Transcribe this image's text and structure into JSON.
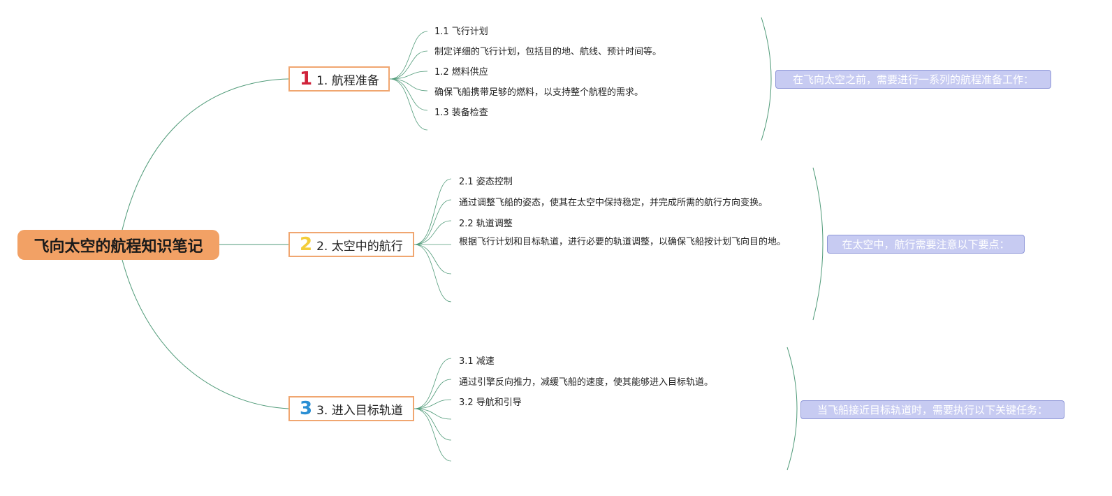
{
  "root": {
    "title": "飞向太空的航程知识笔记"
  },
  "branches": [
    {
      "badge": "1",
      "badge_color": "#d0223a",
      "label": "1. 航程准备",
      "leaves": [
        "1.1 飞行计划",
        "制定详细的飞行计划，包括目的地、航线、预计时间等。",
        "1.2 燃料供应",
        "确保飞船携带足够的燃料，以支持整个航程的需求。",
        "1.3 装备检查"
      ],
      "summary": "在飞向太空之前，需要进行一系列的航程准备工作："
    },
    {
      "badge": "2",
      "badge_color": "#f3cd3a",
      "label": "2. 太空中的航行",
      "leaves": [
        "2.1 姿态控制",
        "通过调整飞船的姿态，使其在太空中保持稳定，并完成所需的航行方向变换。",
        "2.2 轨道调整",
        "根据飞行计划和目标轨道，进行必要的轨道调整，以确保飞船按计划飞向目的地。"
      ],
      "summary": "在太空中，航行需要注意以下要点："
    },
    {
      "badge": "3",
      "badge_color": "#2a8fd4",
      "label": "3. 进入目标轨道",
      "leaves": [
        "3.1 减速",
        "通过引擎反向推力，减缓飞船的速度，使其能够进入目标轨道。",
        "3.2 导航和引导"
      ],
      "summary": "当飞船接近目标轨道时，需要执行以下关键任务："
    }
  ],
  "colors": {
    "root_fill": "#f2a165",
    "branch_border": "#f0a670",
    "connector": "#4f9a78",
    "summary_fill": "#c7cbf2"
  }
}
